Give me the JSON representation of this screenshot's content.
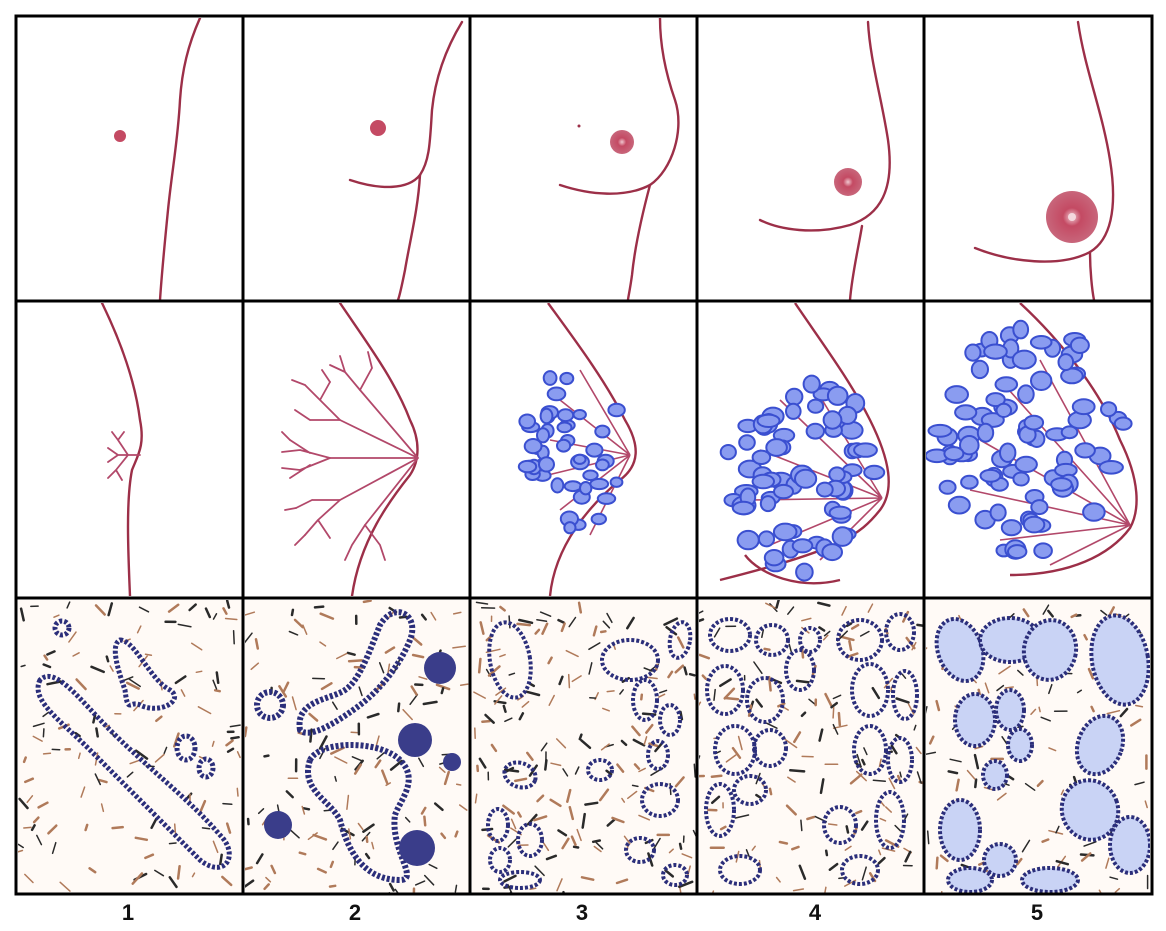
{
  "figure": {
    "stages": [
      {
        "label": "1"
      },
      {
        "label": "2"
      },
      {
        "label": "3"
      },
      {
        "label": "4"
      },
      {
        "label": "5"
      }
    ],
    "rows": [
      "external-profile",
      "ductal-lobular-tree",
      "histology-section"
    ]
  },
  "colors": {
    "skin_line": "#9c2f48",
    "areola": "#c44a63",
    "ducts": "#b2486a",
    "lobules": "#3a4fd0",
    "lobule_fill": "#8a9cf0",
    "histology_epithelium": "#2b2e7a",
    "stroma": "#b07a5a",
    "frame": "#000000"
  }
}
